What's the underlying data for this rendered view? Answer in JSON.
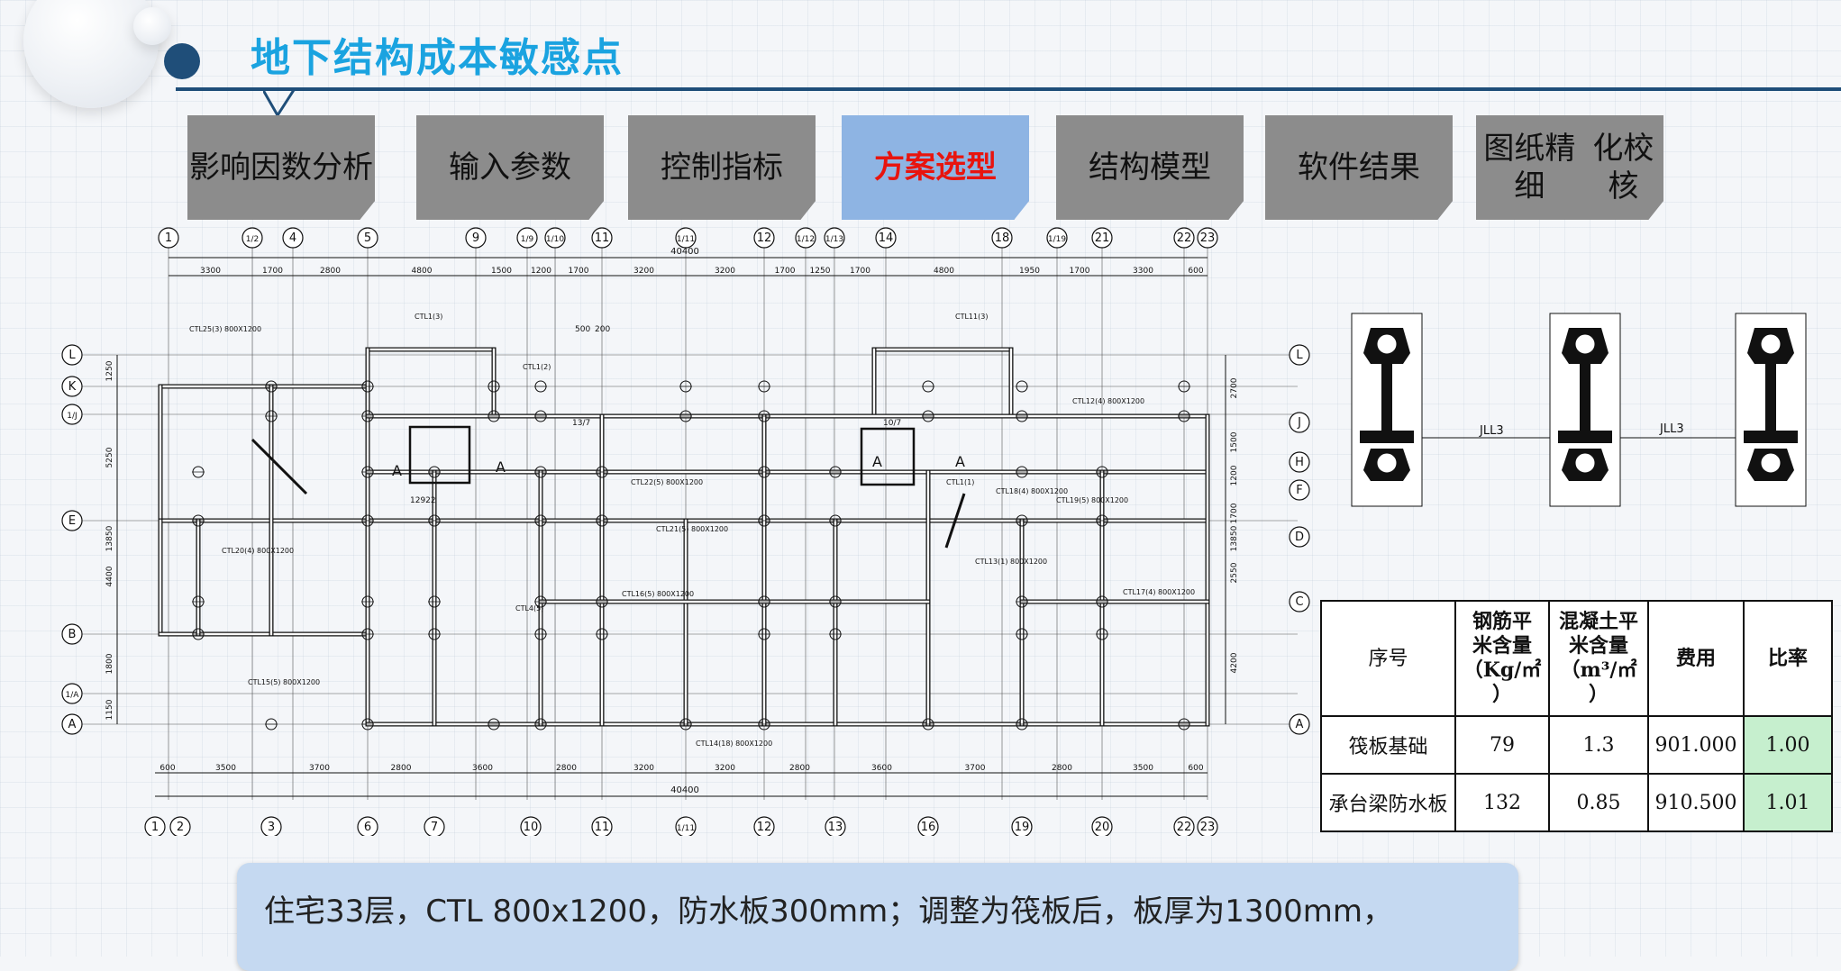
{
  "title": "地下结构成本敏感点",
  "tabs": [
    {
      "label": "影响因数\n分析",
      "active": false
    },
    {
      "label": "输入参数",
      "active": false
    },
    {
      "label": "控制指标",
      "active": false
    },
    {
      "label": "方案选型",
      "active": true
    },
    {
      "label": "结构模型",
      "active": false
    },
    {
      "label": "软件结果",
      "active": false
    },
    {
      "label": "图纸精细\n化校核",
      "active": false
    }
  ],
  "drawing": {
    "top_axes": [
      "1",
      "1/2",
      "4",
      "5",
      "9",
      "1/9",
      "1/10",
      "11",
      "1/11",
      "12",
      "1/12",
      "1/13",
      "14",
      "18",
      "1/19",
      "21",
      "22",
      "23"
    ],
    "bottom_axes": [
      "1",
      "2",
      "3",
      "6",
      "7",
      "10",
      "11",
      "1/11",
      "12",
      "13",
      "16",
      "19",
      "20",
      "22",
      "23"
    ],
    "left_axes": [
      "L",
      "K",
      "1/J",
      "E",
      "B",
      "1/A",
      "A"
    ],
    "right_axes": [
      "L",
      "J",
      "H",
      "F",
      "D",
      "C",
      "A"
    ],
    "top_dims": [
      "3300",
      "1700",
      "2800",
      "4800",
      "1500",
      "1200",
      "1700",
      "3200",
      "3200",
      "1700",
      "1250",
      "1700",
      "4800",
      "1950",
      "1700",
      "3300",
      "600"
    ],
    "bottom_dims": [
      "600",
      "3500",
      "3700",
      "2800",
      "3600",
      "2800",
      "3200",
      "3200",
      "2800",
      "3600",
      "3700",
      "2800",
      "3500",
      "600"
    ],
    "left_dims": [
      "1250",
      "5250",
      "13850",
      "4400",
      "1800",
      "1150"
    ],
    "right_dims": [
      "2700",
      "1500",
      "1200",
      "1700",
      "13850",
      "2550",
      "4200"
    ],
    "overall_top": "40400",
    "overall_bottom": "40400",
    "beam_tags": [
      "CTL25(3) 800X1200",
      "CTL1(3)",
      "CTL14(18) 800X1200",
      "CTL22(5) 800X1200",
      "CTL21(5) 800X1200",
      "CTL16(5) 800X1200",
      "CTL13(1) 800X1200",
      "CTL20(4) 800X1200",
      "CTL17(4) 800X1200",
      "CTL15(5) 800X1200",
      "CTL18(4) 800X1200",
      "CTL19(5) 800X1200",
      "CTL12(4) 800X1200",
      "CTL11(3)",
      "CTL1(1)",
      "CTL1(2)",
      "CTL4(5)"
    ],
    "detail_labels": [
      "A",
      "A",
      "A",
      "A",
      "500",
      "200",
      "12922",
      "13/7",
      "10/7"
    ]
  },
  "sections": {
    "labels": [
      "JLL3",
      "JLL3"
    ]
  },
  "table": {
    "headers": [
      "序号",
      "钢筋平米含量（Kg/㎡）",
      "混凝土平米含量（m³/㎡）",
      "费用",
      "比率"
    ],
    "header_lines": [
      [
        "序号"
      ],
      [
        "钢筋平",
        "米含量",
        "（Kg/㎡",
        "）"
      ],
      [
        "混凝土平",
        "米含量",
        "（m³/㎡",
        "）"
      ],
      [
        "费用"
      ],
      [
        "比率"
      ]
    ],
    "rows": [
      {
        "name": "筏板基础",
        "steel": "79",
        "concrete": "1.3",
        "cost": "901.000",
        "ratio": "1.00"
      },
      {
        "name": "承台梁防水板",
        "steel": "132",
        "concrete": "0.85",
        "cost": "910.500",
        "ratio": "1.01"
      }
    ],
    "ratio_color": "#c6efce"
  },
  "note": "住宅33层，CTL 800x1200，防水板300mm；调整为筏板后，板厚为1300mm，",
  "colors": {
    "title": "#1aa3e0",
    "title_dot": "#1f4e79",
    "tab": "#8c8c8c",
    "tab_active": "#8eb4e3",
    "tab_active_text": "#e8140e",
    "note_bg": "#c5d9f1"
  }
}
